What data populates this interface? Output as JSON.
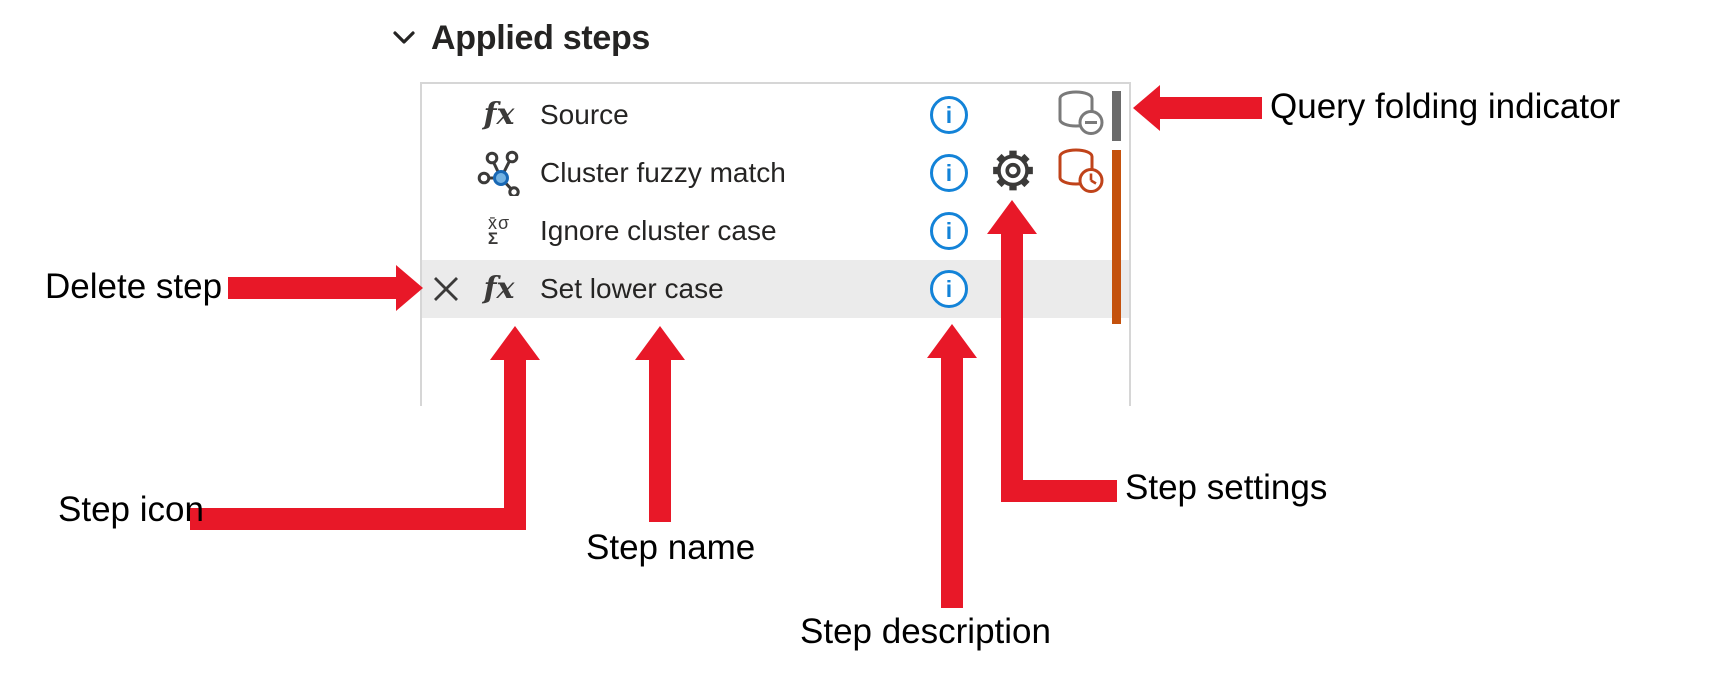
{
  "header": {
    "title": "Applied steps"
  },
  "panel": {
    "steps": [
      {
        "name": "Source",
        "icon": "fx-icon",
        "info": true,
        "query_folding_indicator": "folds"
      },
      {
        "name": "Cluster fuzzy match",
        "icon": "cluster-fuzzy-icon",
        "info": true,
        "settings": true,
        "query_folding_indicator": "does-not-fold"
      },
      {
        "name": "Ignore cluster case",
        "icon": "statistics-icon",
        "info": true
      },
      {
        "name": "Set lower case",
        "icon": "fx-icon",
        "info": true,
        "selected": true,
        "delete_visible": true
      }
    ]
  },
  "glyphs": {
    "fx": "fx",
    "stats_top": "x̄σ",
    "stats_bottom": "Σ",
    "info": "i"
  },
  "annotations": {
    "query_folding": "Query folding indicator",
    "delete_step": "Delete step",
    "step_icon": "Step icon",
    "step_name": "Step name",
    "step_description": "Step description",
    "step_settings": "Step settings"
  },
  "colors": {
    "arrow_red": "#e81828",
    "info_blue": "#1383d8",
    "icon_gray": "#3b3a39",
    "folded_bar_gray": "#6b6b6b",
    "not_folded_bar_orange": "#c4510c",
    "cylinder_red": "#c0431a",
    "selected_row_bg": "#ebebeb",
    "panel_border": "#d6d6d6",
    "text_dark": "#252423"
  }
}
